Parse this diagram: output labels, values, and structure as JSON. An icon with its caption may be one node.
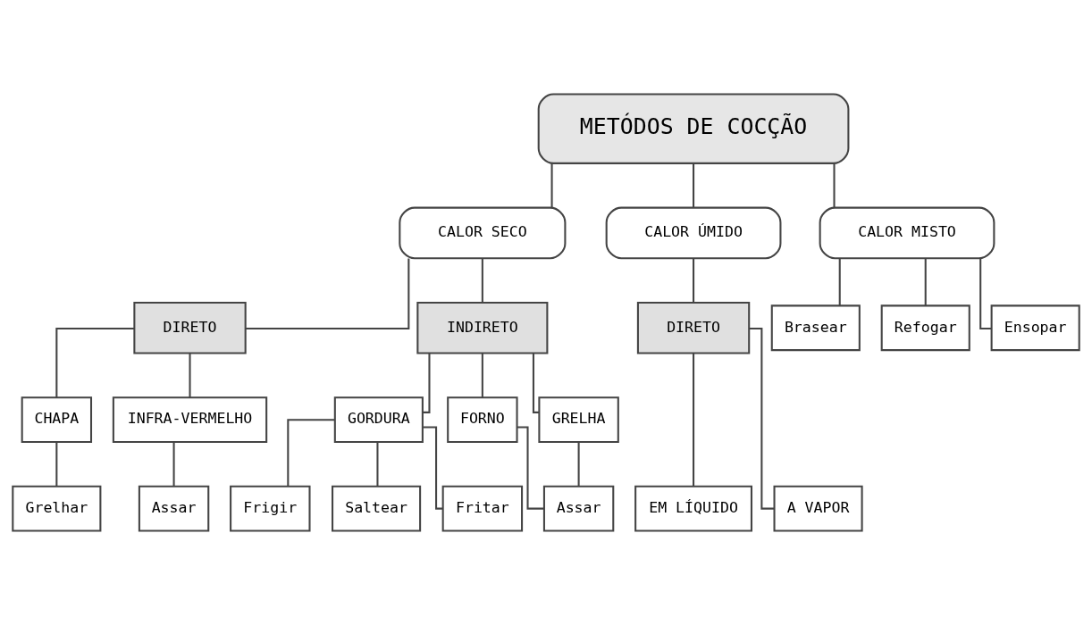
{
  "diagram": {
    "nodes": [
      {
        "text": [
          "METÓDOS DE COCÇÃO"
        ]
      },
      {
        "text": [
          "CALOR SECO"
        ]
      },
      {
        "text": [
          "CALOR ÚMIDO"
        ]
      },
      {
        "text": [
          "CALOR MISTO"
        ]
      },
      {
        "text": [
          "DIRETO"
        ]
      },
      {
        "text": [
          "INDIRETO"
        ]
      },
      {
        "text": [
          "DIRETO"
        ]
      },
      {
        "text": [
          "CHAPA"
        ]
      },
      {
        "text": [
          "INFRA-VERMELHO"
        ]
      },
      {
        "text": [
          "GORDURA"
        ]
      },
      {
        "text": [
          "FORNO"
        ]
      },
      {
        "text": [
          "GRELHA"
        ]
      },
      {
        "text": [
          "EM LÍQUIDO"
        ]
      },
      {
        "text": [
          "A VAPOR"
        ]
      },
      {
        "text": [
          "Grelhar"
        ]
      },
      {
        "text": [
          "Assar"
        ]
      },
      {
        "text": [
          "Frigir"
        ]
      },
      {
        "text": [
          "Saltear"
        ]
      },
      {
        "text": [
          "Fritar"
        ]
      },
      {
        "text": [
          "Assar"
        ]
      },
      {
        "text": [
          "Brasear"
        ]
      },
      {
        "text": [
          "Refogar"
        ]
      },
      {
        "text": [
          "Ensopar"
        ]
      }
    ],
    "edges": [
      {
        "from": 0,
        "to": 1,
        "arrow": "none"
      },
      {
        "from": 0,
        "to": 2,
        "arrow": "none"
      },
      {
        "from": 0,
        "to": 3,
        "arrow": "none"
      },
      {
        "from": 1,
        "to": 4,
        "arrow": "none"
      },
      {
        "from": 1,
        "to": 5,
        "arrow": "none"
      },
      {
        "from": 2,
        "to": 6,
        "arrow": "none"
      },
      {
        "from": 4,
        "to": 7,
        "arrow": "none"
      },
      {
        "from": 4,
        "to": 8,
        "arrow": "none"
      },
      {
        "from": 5,
        "to": 9,
        "arrow": "none"
      },
      {
        "from": 5,
        "to": 10,
        "arrow": "none"
      },
      {
        "from": 5,
        "to": 11,
        "arrow": "none"
      },
      {
        "from": 6,
        "to": 12,
        "arrow": "none"
      },
      {
        "from": 6,
        "to": 13,
        "arrow": "none"
      },
      {
        "from": 7,
        "to": 14,
        "arrow": "none"
      },
      {
        "from": 8,
        "to": 15,
        "arrow": "none"
      },
      {
        "from": 9,
        "to": 16,
        "arrow": "none"
      },
      {
        "from": 9,
        "to": 17,
        "arrow": "none"
      },
      {
        "from": 9,
        "to": 18,
        "arrow": "none"
      },
      {
        "from": 10,
        "to": 19,
        "arrow": "none"
      },
      {
        "from": 11,
        "to": 19,
        "arrow": "none"
      },
      {
        "from": 3,
        "to": 20,
        "arrow": "none"
      },
      {
        "from": 3,
        "to": 21,
        "arrow": "none"
      },
      {
        "from": 3,
        "to": 22,
        "arrow": "none"
      }
    ]
  }
}
